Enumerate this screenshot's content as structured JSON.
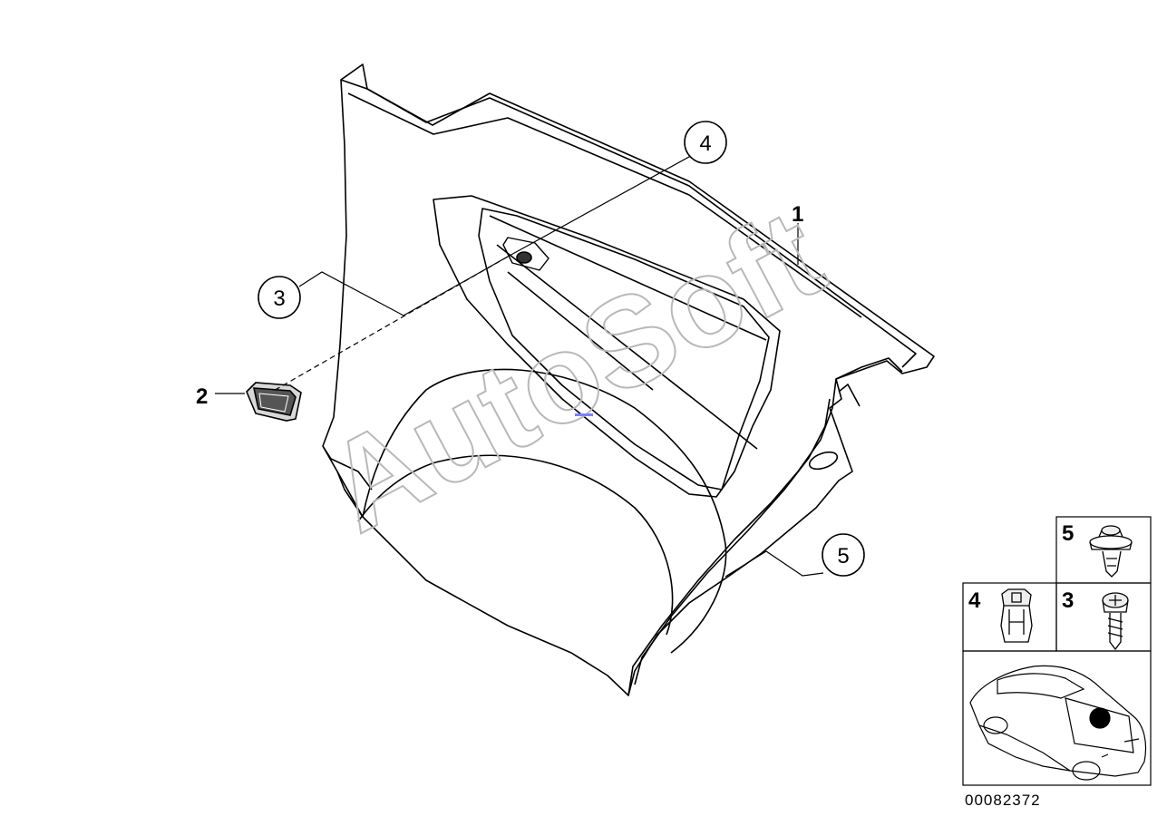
{
  "watermark": "AutoSoft",
  "callouts": [
    {
      "id": "c1",
      "label": "1",
      "circled": false
    },
    {
      "id": "c2",
      "label": "2",
      "circled": false
    },
    {
      "id": "c3",
      "label": "3",
      "circled": true
    },
    {
      "id": "c4",
      "label": "4",
      "circled": true
    },
    {
      "id": "c5",
      "label": "5",
      "circled": true
    }
  ],
  "legend": [
    {
      "id": "l5",
      "label": "5"
    },
    {
      "id": "l4",
      "label": "4"
    },
    {
      "id": "l3",
      "label": "3"
    }
  ],
  "diagram_code": "00082372"
}
